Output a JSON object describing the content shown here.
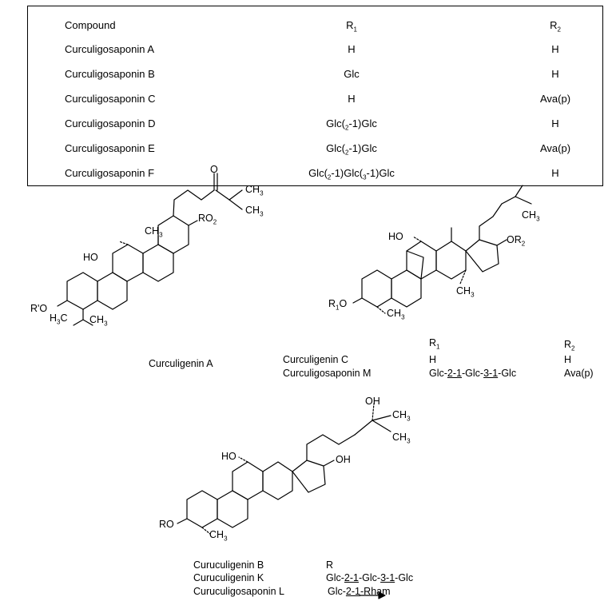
{
  "table": {
    "header": {
      "compound": "Compound",
      "r1": "R",
      "r1_sub": "1",
      "r2": "R",
      "r2_sub": "2"
    },
    "rows": [
      {
        "name": "Curculigosaponin A",
        "r1": "H",
        "r2": "H"
      },
      {
        "name": "Curculigosaponin B",
        "r1": "Glc",
        "r2": "H"
      },
      {
        "name": "Curculigosaponin C",
        "r1": "H",
        "r2": "Ava(p)"
      },
      {
        "name": "Curculigosaponin D",
        "r1_a": "Glc(",
        "r1_sub1": "2",
        "r1_b": "-1)Glc",
        "r2": "H"
      },
      {
        "name": "Curculigosaponin E",
        "r1_a": "Glc(",
        "r1_sub1": "2",
        "r1_b": "-1)Glc",
        "r2": "Ava(p)"
      },
      {
        "name": "Curculigosaponin F",
        "r1_a": "Glc(",
        "r1_sub1": "2",
        "r1_b": "-1)Glc(",
        "r1_sub2": "3",
        "r1_c": "-1)Glc",
        "r2": "H"
      }
    ]
  },
  "structure_a": {
    "label_ho": "HO",
    "label_me": "CH",
    "label_me_sub": "3",
    "label_ro2": "RO",
    "label_ro2_sub": "2",
    "label_o": "O",
    "label_ch3_top": "CH",
    "label_ch3_top_sub": "3",
    "label_ch3_bottom": "CH",
    "label_ch3_bottom_sub": "3",
    "label_ro": "R'O",
    "label_h3c": "H",
    "label_h3c_sub": "3",
    "label_h3c_c": "C",
    "label_ch3_gem": "CH",
    "label_ch3_gem_sub": "3",
    "caption": "Curculigenin A"
  },
  "structure_c": {
    "label_ho": "HO",
    "label_or2": "OR",
    "label_or2_sub": "2",
    "label_ch3_top": "CH",
    "label_ch3_top_sub": "3",
    "label_ch3_mid": "CH",
    "label_ch3_mid_sub": "3",
    "label_ch3_low": "CH",
    "label_ch3_low_sub": "3",
    "label_r1o": "R",
    "label_r1o_sub": "1",
    "label_r1o_o": "O",
    "header_r1": "R",
    "header_r1_sub": "1",
    "header_r2": "R",
    "header_r2_sub": "2",
    "rows": [
      {
        "name": "Curculigenin C",
        "r1": "H",
        "r2": "H"
      },
      {
        "name": "Curculigosaponin M",
        "r1_a": "Glc-",
        "r1_b": "2-1",
        "r1_c": "-Glc-",
        "r1_d": "3-1",
        "r1_e": "-Glc",
        "r2": "Ava(p)"
      }
    ]
  },
  "structure_b": {
    "label_oh_top": "OH",
    "label_ch3_1": "CH",
    "label_ch3_1_sub": "3",
    "label_ch3_2": "CH",
    "label_ch3_2_sub": "3",
    "label_ho": "HO",
    "label_oh_ring": "OH",
    "label_ro": "RO",
    "label_ch3_low": "CH",
    "label_ch3_low_sub": "3",
    "header_r": "R",
    "rows": [
      {
        "name": "Curuculigenin B",
        "r": ""
      },
      {
        "name": "Curuculigenin K",
        "r_a": "Glc-",
        "r_b": "2-1",
        "r_c": "-Glc-",
        "r_d": "3-1",
        "r_e": "-Glc"
      },
      {
        "name": "Curuculigosaponin L",
        "r_a": "Glc-",
        "r_b": "2-1",
        "r_c": "-Rham"
      }
    ]
  }
}
